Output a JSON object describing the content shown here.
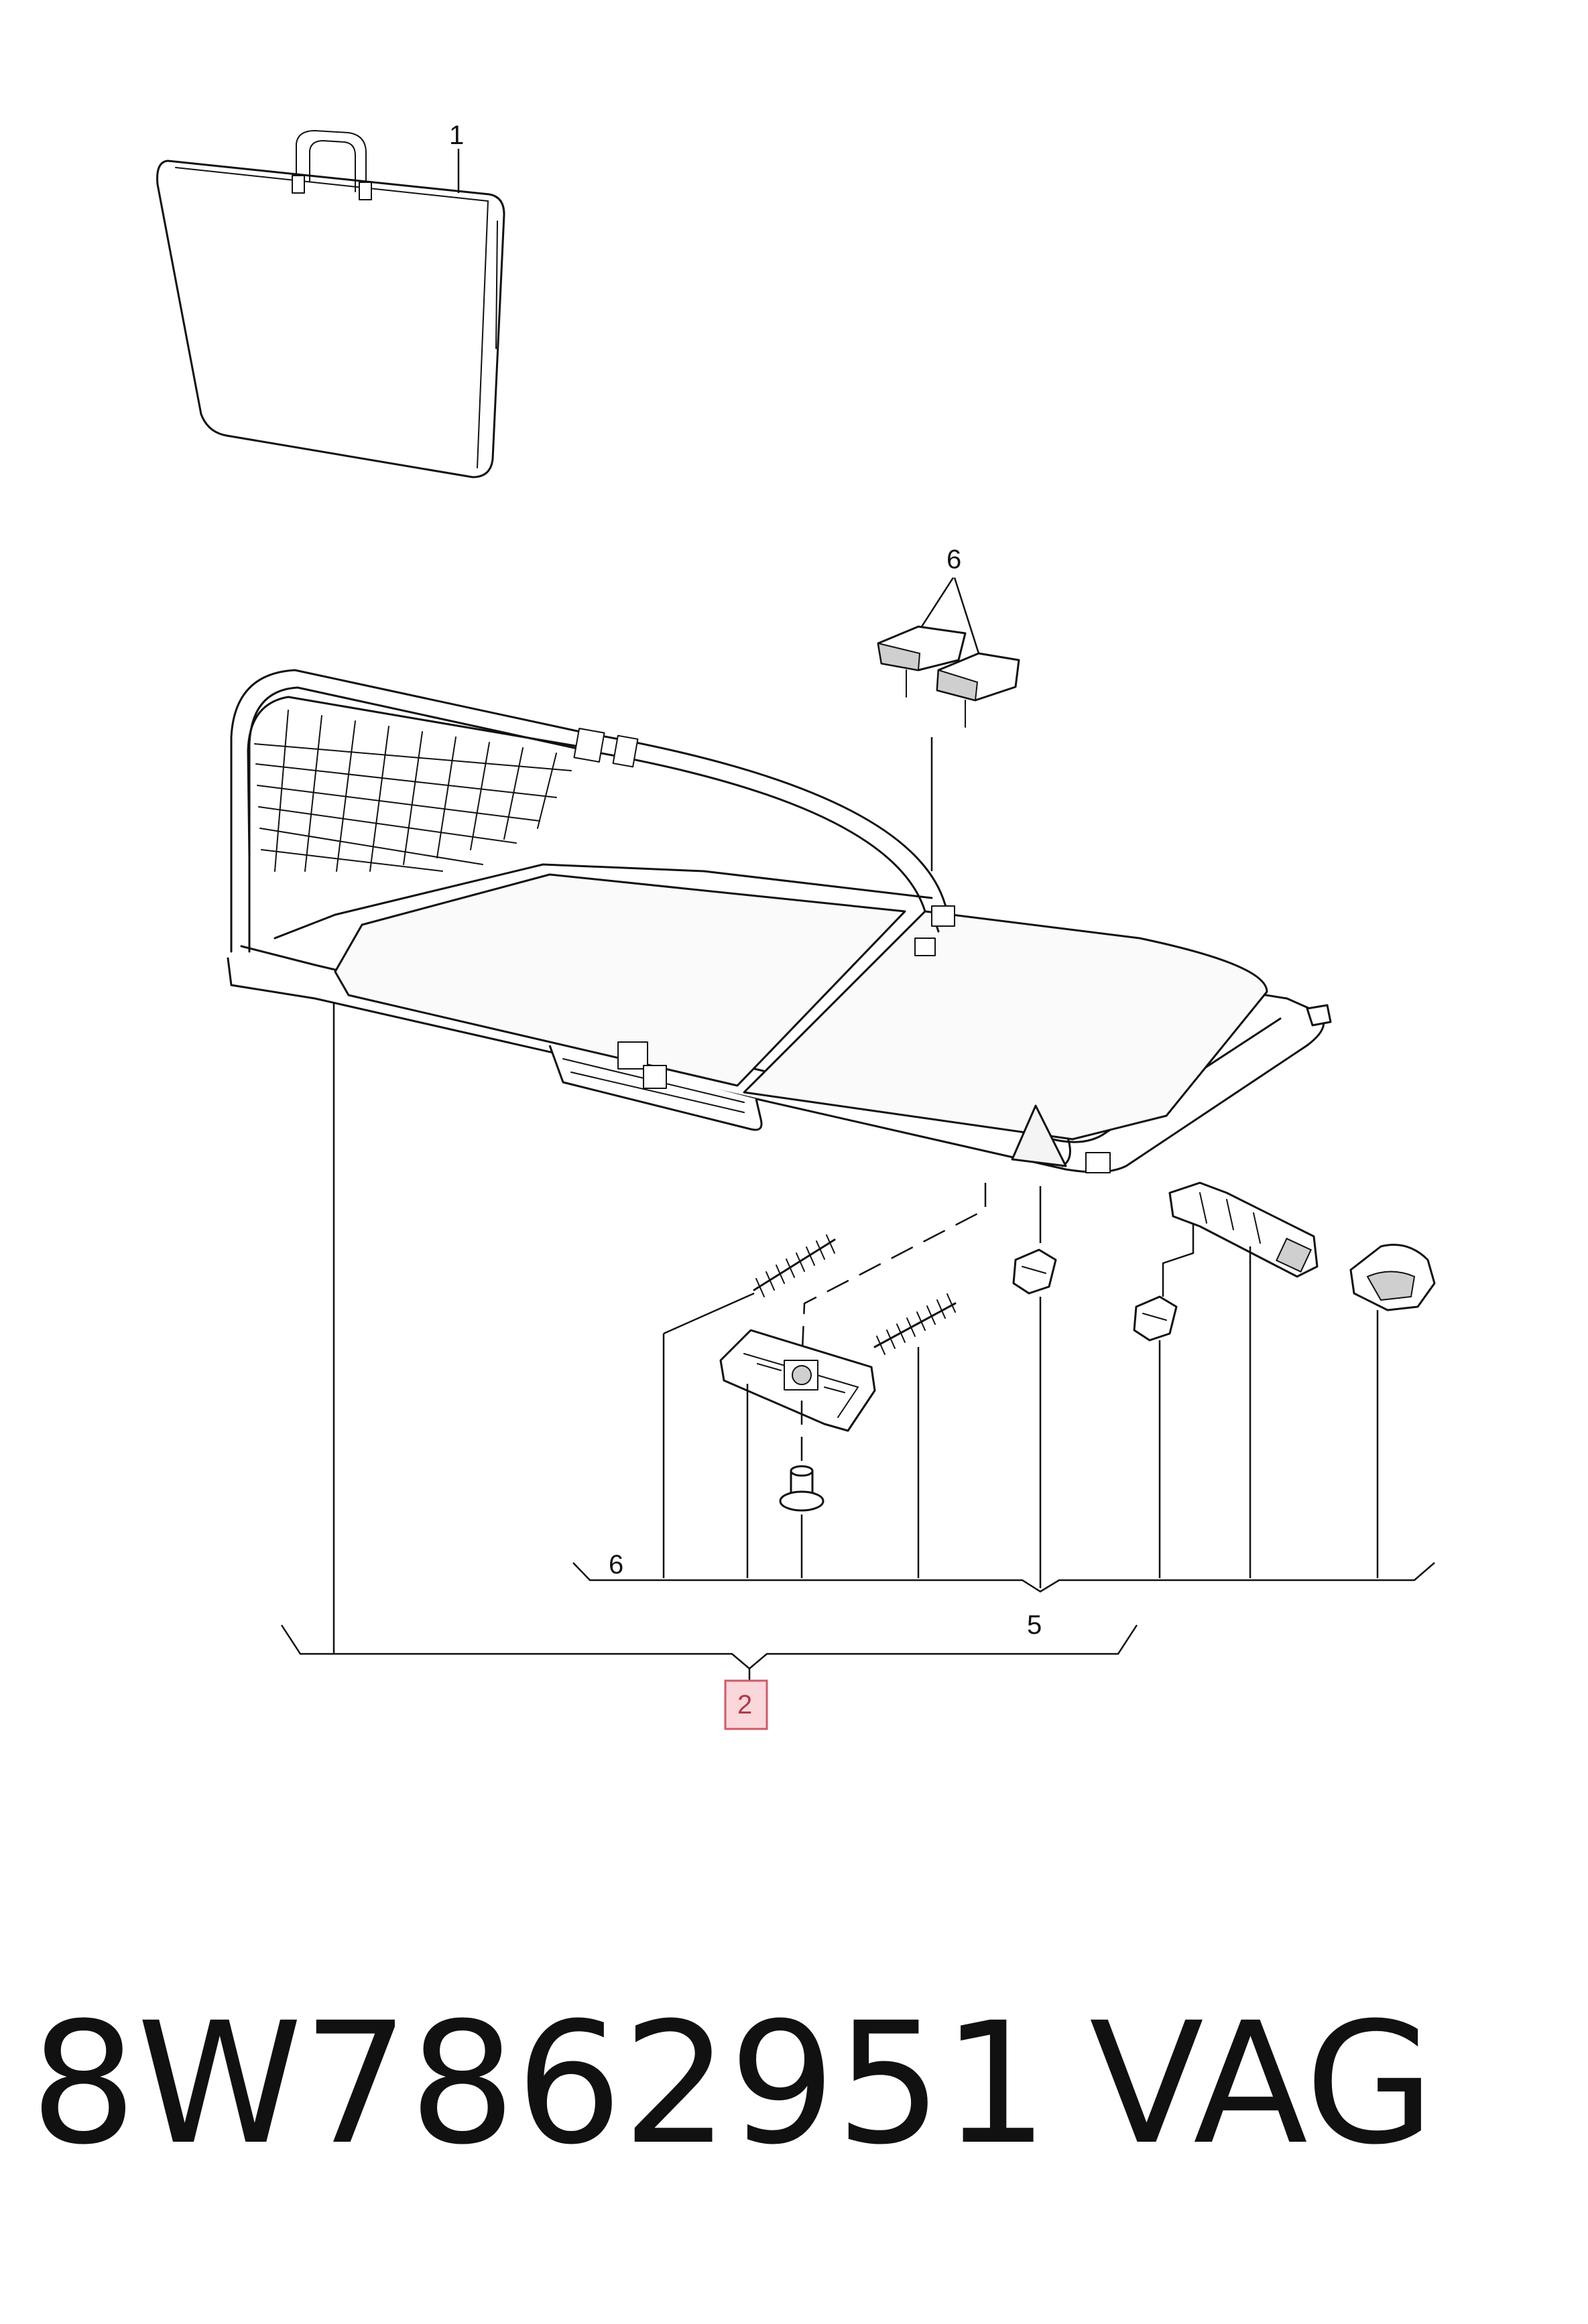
{
  "callouts": {
    "c1": "1",
    "c6_top": "6",
    "c6_bottom": "6",
    "c5": "5",
    "c2": "2"
  },
  "caption": {
    "part_number": "8W7862951",
    "brand": "VAG"
  }
}
